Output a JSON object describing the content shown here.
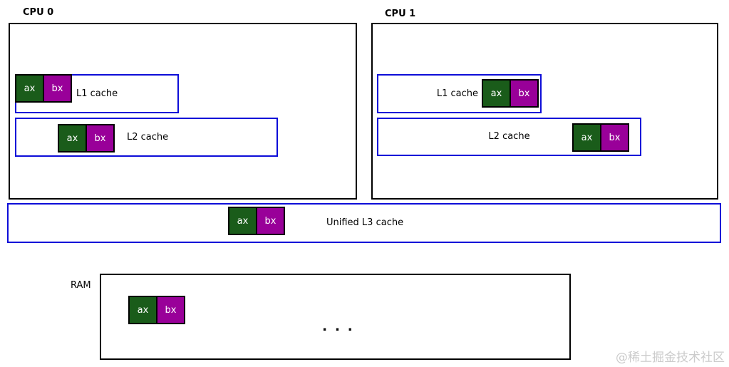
{
  "colors": {
    "box_blue": "#0d0dd8",
    "box_black": "#000000",
    "cell_green": "#1a5c1a",
    "cell_purple": "#990099",
    "watermark_gray": "#cbcbcb"
  },
  "cells": {
    "ax": "ax",
    "bx": "bx"
  },
  "cpu0": {
    "title": "CPU 0",
    "l1_label": "L1 cache",
    "l2_label": "L2 cache"
  },
  "cpu1": {
    "title": "CPU 1",
    "l1_label": "L1 cache",
    "l2_label": "L2 cache"
  },
  "l3": {
    "label": "Unified L3 cache"
  },
  "ram": {
    "label": "RAM",
    "ellipsis": ". . ."
  },
  "watermark": "@稀土掘金技术社区"
}
